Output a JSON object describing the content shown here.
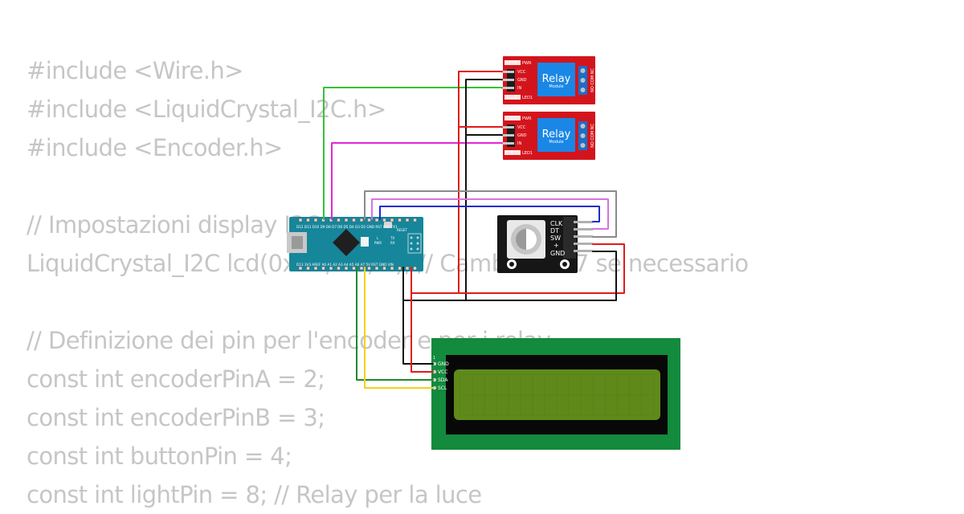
{
  "code": {
    "lines": [
      "#include <Wire.h>",
      "#include <LiquidCrystal_I2C.h>",
      "#include <Encoder.h>",
      "",
      "// Impostazioni display I2C",
      "LiquidCrystal_I2C lcd(0x27, 16, 2); // Cambia 0x27 se necessario",
      "",
      "// Definizione dei pin per l'encoder e per i relay",
      "const int encoderPinA = 2;",
      "const int encoderPinB = 3;",
      "const int buttonPin = 4;",
      "const int lightPin = 8; // Relay per la luce"
    ]
  },
  "relay1": {
    "title": "Relay",
    "subtitle": "Module",
    "pins": [
      "VCC",
      "GND",
      "IN"
    ],
    "pwr_label": "PWR",
    "led_label": "LED1",
    "contacts_label": "NO COM NC"
  },
  "relay2": {
    "title": "Relay",
    "subtitle": "Module",
    "pins": [
      "VCC",
      "GND",
      "IN"
    ],
    "pwr_label": "PWR",
    "led_label": "LED1",
    "contacts_label": "NO COM NC"
  },
  "encoder": {
    "pins": [
      "CLK",
      "DT",
      "SW",
      "+",
      "GND"
    ]
  },
  "arduino": {
    "top_pins": "D12 D11 D10 D9 D8 D7 D6 D5 D4 D3 D2 GND RST RX0 TX1",
    "bottom_pins": "D13 3V3 AREF A0 A1 A2 A3 A4 A5 A6 A7 5V RST GND VIN",
    "reset_label": "RESET",
    "led_labels": [
      "L",
      "PWR",
      "TX",
      "RX"
    ]
  },
  "lcd": {
    "pins": [
      "GND",
      "VCC",
      "SDA",
      "SCL"
    ],
    "pin1": "1"
  },
  "colors": {
    "code_text": "#c6c6c6",
    "relay_board": "#d4141c",
    "relay_block": "#1a87e6",
    "arduino_board": "#16869b",
    "lcd_board": "#138a3c",
    "lcd_screen": "#5f8a1a",
    "wire_green": "#35c235",
    "wire_magenta": "#e626d6",
    "wire_red": "#e01b1b",
    "wire_black": "#111111",
    "wire_gray": "#8a8a8a",
    "wire_violet": "#d872e0",
    "wire_blue": "#1e2bd1",
    "wire_yellow": "#efd31c",
    "wire_darkgreen": "#1f8a2a"
  }
}
